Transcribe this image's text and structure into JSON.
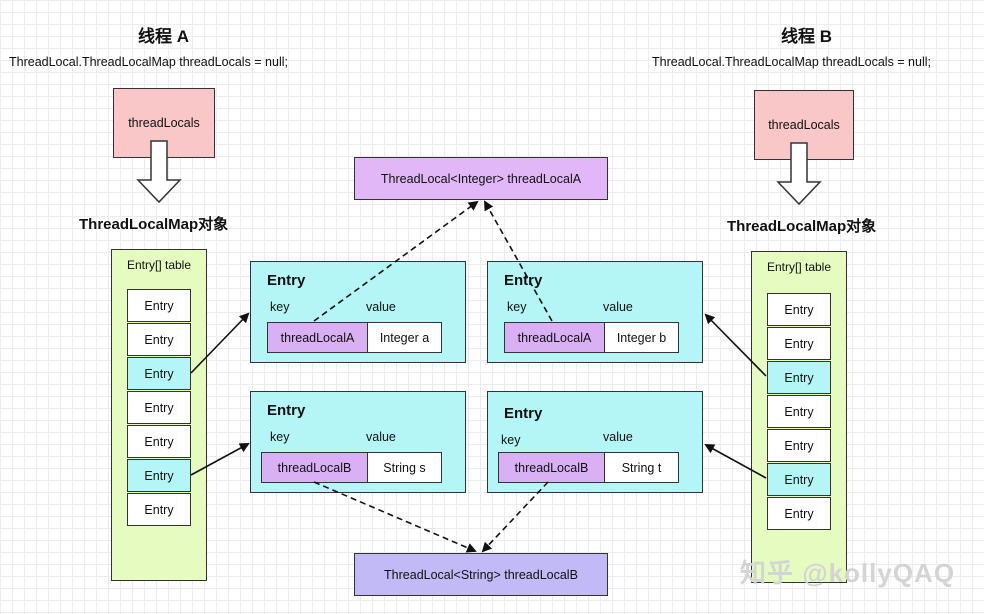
{
  "threadA": {
    "title": "线程 A",
    "declaration": "ThreadLocal.ThreadLocalMap threadLocals = null;",
    "field": "threadLocals",
    "map_title": "ThreadLocalMap对象",
    "table_label": "Entry[] table",
    "cells": [
      "Entry",
      "Entry",
      "Entry",
      "Entry",
      "Entry",
      "Entry",
      "Entry"
    ]
  },
  "threadB": {
    "title": "线程 B",
    "declaration": "ThreadLocal.ThreadLocalMap threadLocals = null;",
    "field": "threadLocals",
    "map_title": "ThreadLocalMap对象",
    "table_label": "Entry[] table",
    "cells": [
      "Entry",
      "Entry",
      "Entry",
      "Entry",
      "Entry",
      "Entry",
      "Entry"
    ]
  },
  "entries": {
    "a1": {
      "title": "Entry",
      "key_label": "key",
      "value_label": "value",
      "key": "threadLocalA",
      "value": "Integer a"
    },
    "a2": {
      "title": "Entry",
      "key_label": "key",
      "value_label": "value",
      "key": "threadLocalB",
      "value": "String s"
    },
    "b1": {
      "title": "Entry",
      "key_label": "key",
      "value_label": "value",
      "key": "threadLocalA",
      "value": "Integer b"
    },
    "b2": {
      "title": "Entry",
      "key_label": "key",
      "value_label": "value",
      "key": "threadLocalB",
      "value": "String t"
    }
  },
  "threadlocal_a": "ThreadLocal<Integer> threadLocalA",
  "threadlocal_b": "ThreadLocal<String> threadLocalB",
  "watermark": "知乎 @kollyQAQ",
  "colors": {
    "thread_field": "#f9c7c7",
    "table": "#e5fbc0",
    "entry": "#b4f6f5",
    "key": "#d9b0f3",
    "threadlocal_a": "#e1b7f7",
    "threadlocal_b": "#c2b9f7"
  }
}
